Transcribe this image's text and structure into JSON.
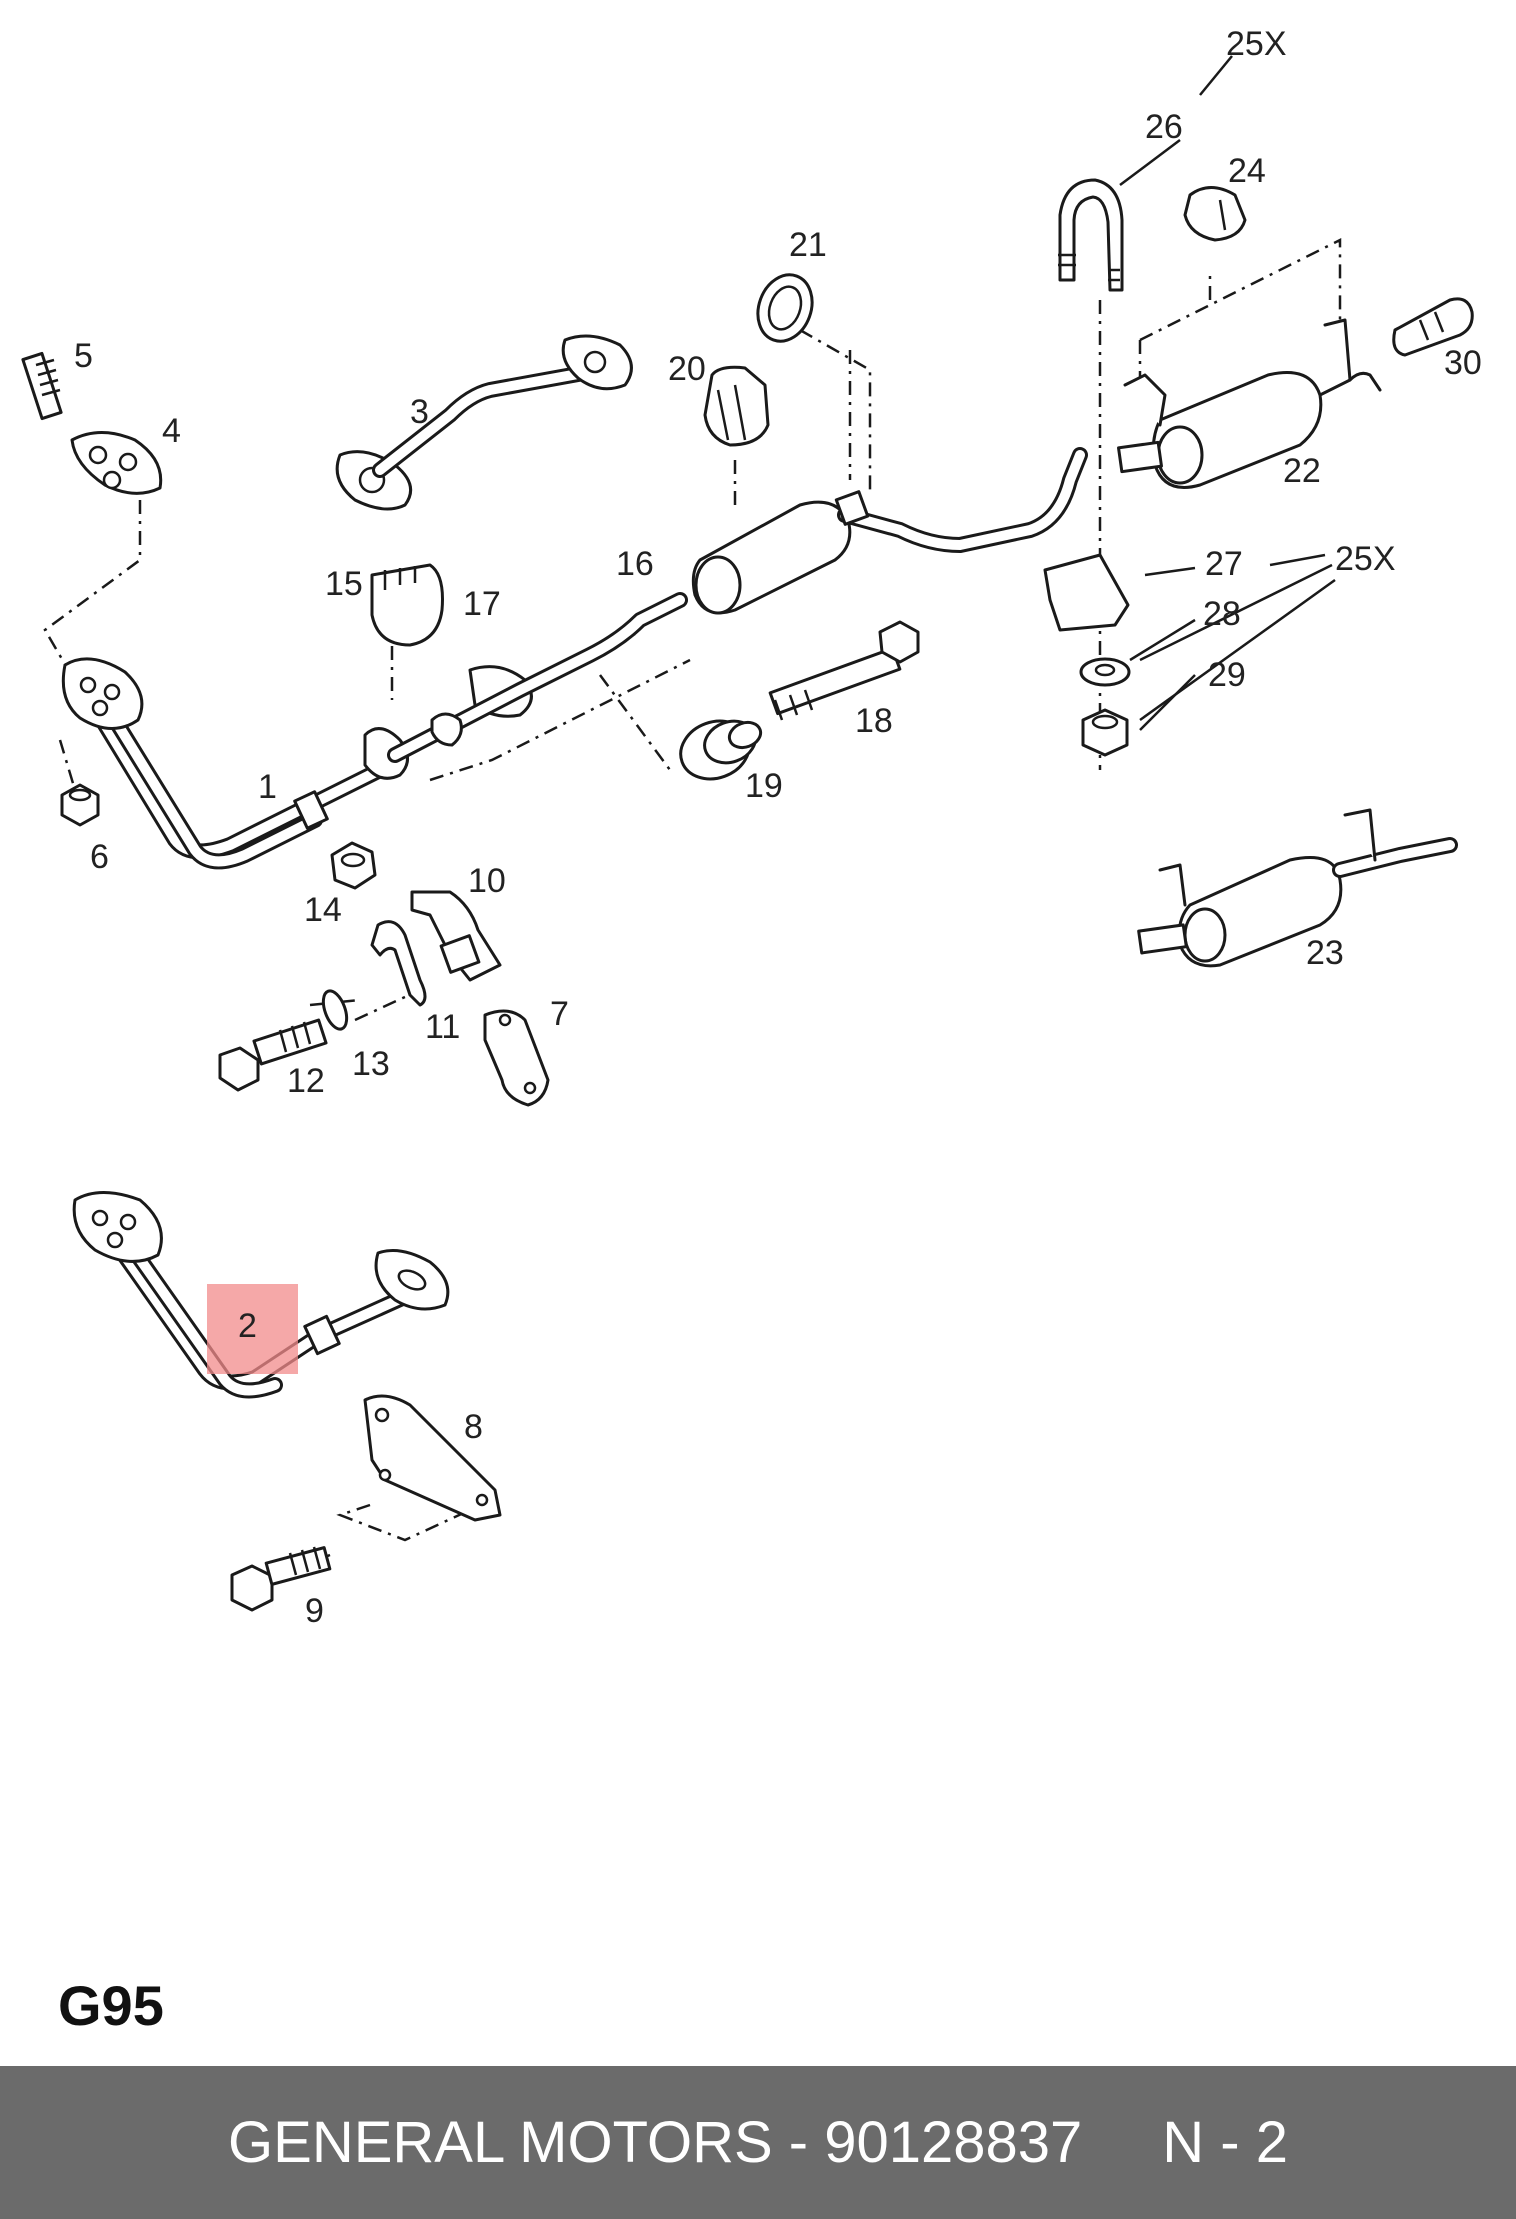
{
  "diagram": {
    "code": "G95",
    "highlighted_callout": "2",
    "callouts": [
      "1",
      "2",
      "3",
      "4",
      "5",
      "6",
      "7",
      "8",
      "9",
      "10",
      "11",
      "12",
      "13",
      "14",
      "15",
      "16",
      "17",
      "18",
      "19",
      "20",
      "21",
      "22",
      "23",
      "24",
      "25X",
      "26",
      "27",
      "28",
      "29",
      "30"
    ]
  },
  "footer": {
    "brand": "GENERAL MOTORS",
    "part_number": "90128837",
    "position": "N - 2"
  },
  "colors": {
    "highlight": "#f28b8b",
    "footer_background": "#6b6b6b",
    "footer_text": "#ffffff",
    "line_art": "#1a1a1a"
  }
}
